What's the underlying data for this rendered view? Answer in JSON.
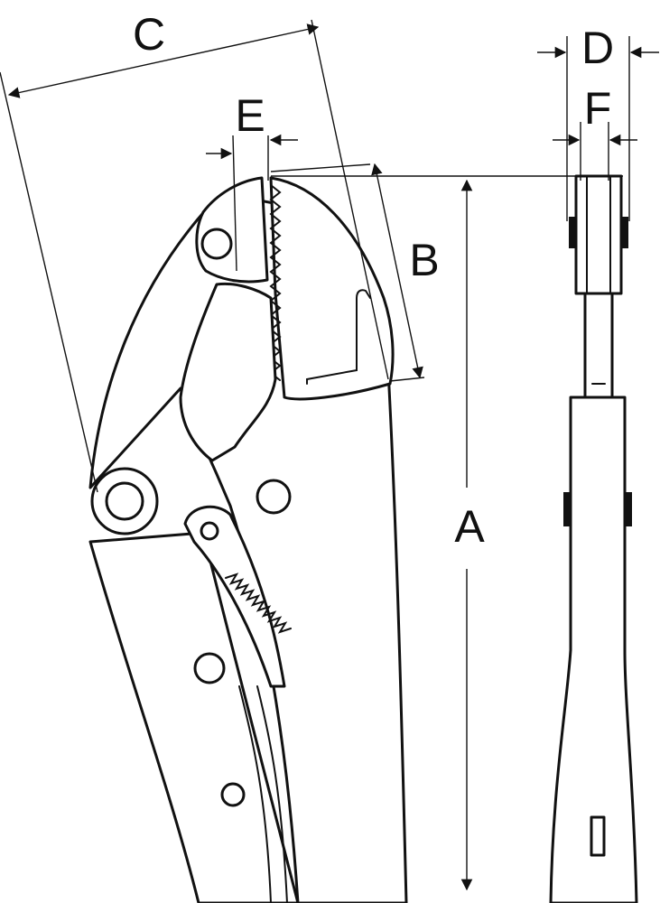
{
  "labels": {
    "A": "A",
    "B": "B",
    "C": "C",
    "D": "D",
    "E": "E",
    "F": "F"
  },
  "colors": {
    "line": "#111111",
    "background": "#ffffff"
  }
}
